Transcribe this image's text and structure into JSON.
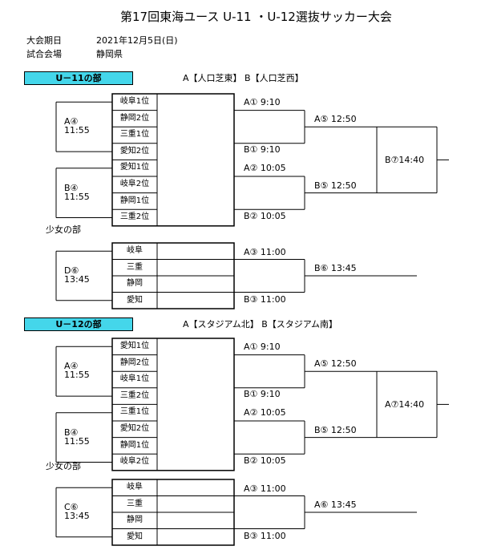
{
  "title": "第17回東海ユース U-11 ・U-12選抜サッカー大会",
  "info": {
    "date_label": "大会期日",
    "date_value": "2021年12月5日(日)",
    "venue_label": "試合会場",
    "venue_value": "静岡県"
  },
  "u11": {
    "banner": "U－11の部",
    "venues": "A【人口芝東】 B【人口芝西】",
    "teams": [
      "岐阜1位",
      "静岡2位",
      "三重1位",
      "愛知2位",
      "愛知1位",
      "岐阜2位",
      "静岡1位",
      "三重2位"
    ],
    "block_a": "A④\n11:55",
    "block_b": "B④\n11:55",
    "matches": [
      "A① 9:10",
      "B① 9:10",
      "A② 10:05",
      "B② 10:05",
      "A⑤ 12:50",
      "B⑤ 12:50",
      "B⑦14:40"
    ],
    "girls_label": "少女の部",
    "girls_teams": [
      "岐阜",
      "三重",
      "静岡",
      "愛知"
    ],
    "girls_block": "D⑥\n13:45",
    "girls_matches": [
      "A③ 11:00",
      "B③ 11:00",
      "B⑥ 13:45"
    ]
  },
  "u12": {
    "banner": "U－12の部",
    "venues": "A【スタジアム北】 B【スタジアム南】",
    "teams": [
      "愛知1位",
      "静岡2位",
      "岐阜1位",
      "三重2位",
      "三重1位",
      "愛知2位",
      "静岡1位",
      "岐阜2位"
    ],
    "block_a": "A④\n11:55",
    "block_b": "B④\n11:55",
    "matches": [
      "A① 9:10",
      "B① 9:10",
      "A② 10:05",
      "B② 10:05",
      "A⑤ 12:50",
      "B⑤ 12:50",
      "A⑦14:40"
    ],
    "girls_label": "少女の部",
    "girls_teams": [
      "岐阜",
      "三重",
      "静岡",
      "愛知"
    ],
    "girls_block": "C⑥\n13:45",
    "girls_matches": [
      "A③ 11:00",
      "B③ 11:00",
      "A⑥ 13:45"
    ]
  }
}
